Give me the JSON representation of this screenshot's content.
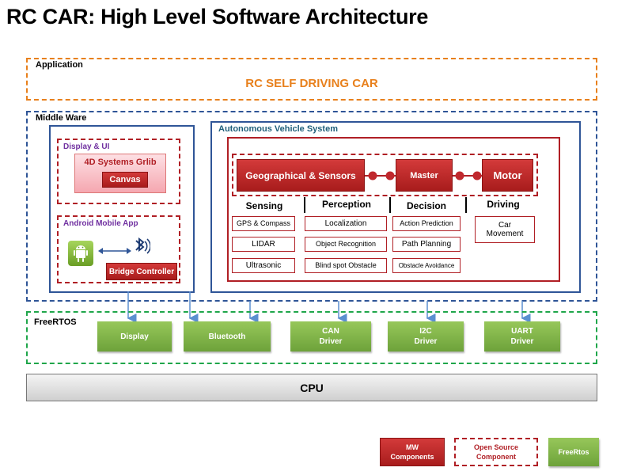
{
  "title": "RC CAR: High Level Software Architecture",
  "application": {
    "label": "Application",
    "content": "RC SELF DRIVING CAR"
  },
  "middleware": {
    "label": "Middle Ware",
    "display_ui": {
      "label": "Display & UI",
      "grlib": "4D Systems Grlib",
      "canvas": "Canvas"
    },
    "android": {
      "label": "Android Mobile App",
      "bridge": "Bridge Controller"
    },
    "avs": {
      "label": "Autonomous Vehicle System",
      "blocks": {
        "geo": "Geographical & Sensors",
        "master": "Master",
        "motor": "Motor"
      },
      "columns": {
        "sensing": {
          "head": "Sensing",
          "items": [
            "GPS & Compass",
            "LIDAR",
            "Ultrasonic"
          ]
        },
        "perception": {
          "head": "Perception",
          "items": [
            "Localization",
            "Object Recognition",
            "Blind spot Obstacle"
          ]
        },
        "decision": {
          "head": "Decision",
          "items": [
            "Action Prediction",
            "Path Planning",
            "Obstacle Avoidance"
          ]
        },
        "driving": {
          "head": "Driving",
          "items": [
            "Car Movement"
          ]
        }
      }
    }
  },
  "freertos": {
    "label": "FreeRTOS",
    "drivers": [
      "Display",
      "Bluetooth",
      "CAN\nDriver",
      "I2C\nDriver",
      "UART\nDriver"
    ]
  },
  "cpu": "CPU",
  "legend": {
    "mw": "MW\nComponents",
    "open_source": "Open Source\nComponent",
    "freertos": "FreeRtos"
  },
  "colors": {
    "accent_orange": "#e8801c",
    "mw_red": "#b01f25",
    "rtos_green": "#1fa64a",
    "frame_blue": "#2f5597"
  }
}
